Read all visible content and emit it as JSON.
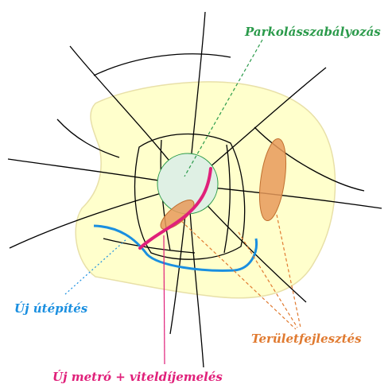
{
  "labels": {
    "parking_regulation": "Parkolásszabályozás",
    "new_road_construction": "Új útépítés",
    "area_development": "Területfejlesztés",
    "new_metro_and_toll_increase": "Új metró + viteldíjemelés"
  },
  "colors": {
    "background": "#ffffff",
    "city_area_fill": "#ffffcc",
    "city_area_stroke": "#e8e0a8",
    "street_lines": "#000000",
    "center_zone_fill": "#dff0e4",
    "center_zone_stroke": "#2a9a4a",
    "parking_label": "#2a9a4a",
    "road_line": "#1a8fe0",
    "road_label": "#1a8fe0",
    "metro_line": "#e0207a",
    "metro_label": "#e0207a",
    "development_fill": "#e89a5a",
    "development_label": "#e07a30"
  }
}
